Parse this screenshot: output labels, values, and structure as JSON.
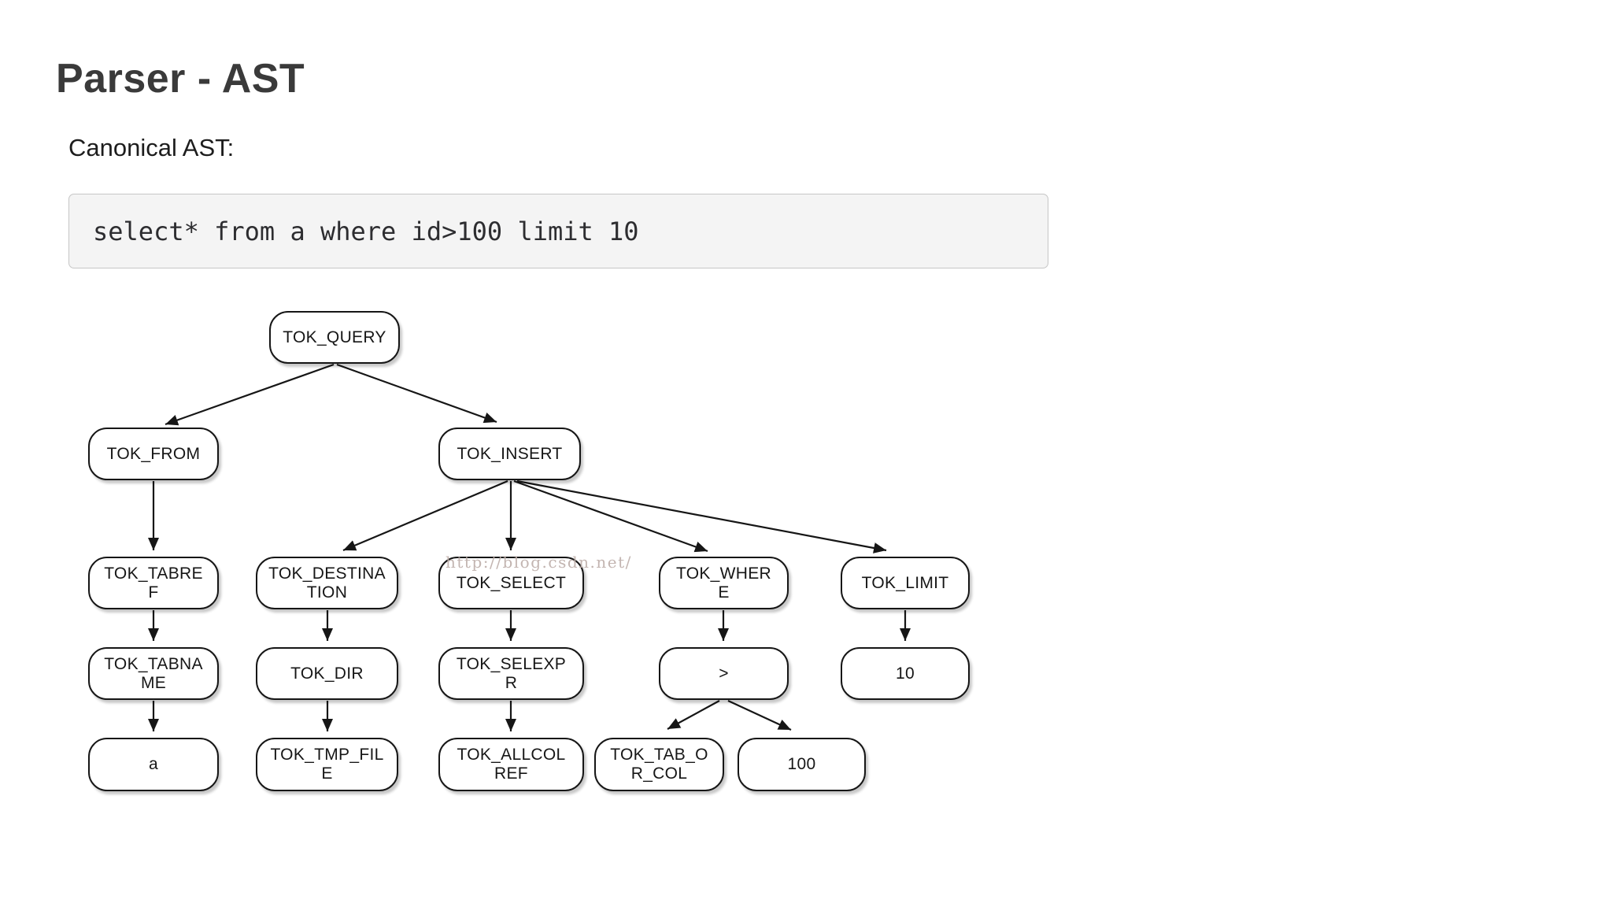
{
  "page": {
    "title": "Parser - AST",
    "subtitle": "Canonical AST:",
    "code": "select* from a where id>100 limit 10",
    "watermark": "http://blog.csdn.net/"
  },
  "colors": {
    "node_border": "#161616",
    "node_fill": "#ffffff",
    "code_background": "#f4f4f4",
    "code_border": "#c6c6c6",
    "watermark_text": "#bdaea9",
    "title_text": "#3a3a3a"
  },
  "tree": {
    "nodes": [
      {
        "id": "tok_query",
        "label": "TOK_QUERY"
      },
      {
        "id": "tok_from",
        "label": "TOK_FROM"
      },
      {
        "id": "tok_insert",
        "label": "TOK_INSERT"
      },
      {
        "id": "tok_tabref",
        "label": "TOK_TABRE\nF"
      },
      {
        "id": "tok_destination",
        "label": "TOK_DESTINA\nTION"
      },
      {
        "id": "tok_select",
        "label": "TOK_SELECT"
      },
      {
        "id": "tok_where",
        "label": "TOK_WHER\nE"
      },
      {
        "id": "tok_limit",
        "label": "TOK_LIMIT"
      },
      {
        "id": "tok_tabname",
        "label": "TOK_TABNA\nME"
      },
      {
        "id": "tok_dir",
        "label": "TOK_DIR"
      },
      {
        "id": "tok_selexpr",
        "label": "TOK_SELEXP\nR"
      },
      {
        "id": "gt_operator",
        "label": ">"
      },
      {
        "id": "limit_value",
        "label": "10"
      },
      {
        "id": "table_a",
        "label": "a"
      },
      {
        "id": "tok_tmp_file",
        "label": "TOK_TMP_FIL\nE"
      },
      {
        "id": "tok_allcolref",
        "label": "TOK_ALLCOL\nREF"
      },
      {
        "id": "tok_tab_or_col",
        "label": "TOK_TAB_O\nR_COL"
      },
      {
        "id": "const_100",
        "label": "100"
      }
    ],
    "edges": [
      {
        "from": "tok_query",
        "to": "tok_from"
      },
      {
        "from": "tok_query",
        "to": "tok_insert"
      },
      {
        "from": "tok_from",
        "to": "tok_tabref"
      },
      {
        "from": "tok_tabref",
        "to": "tok_tabname"
      },
      {
        "from": "tok_tabname",
        "to": "table_a"
      },
      {
        "from": "tok_insert",
        "to": "tok_destination"
      },
      {
        "from": "tok_insert",
        "to": "tok_select"
      },
      {
        "from": "tok_insert",
        "to": "tok_where"
      },
      {
        "from": "tok_insert",
        "to": "tok_limit"
      },
      {
        "from": "tok_destination",
        "to": "tok_dir"
      },
      {
        "from": "tok_dir",
        "to": "tok_tmp_file"
      },
      {
        "from": "tok_select",
        "to": "tok_selexpr"
      },
      {
        "from": "tok_selexpr",
        "to": "tok_allcolref"
      },
      {
        "from": "tok_where",
        "to": "gt_operator"
      },
      {
        "from": "gt_operator",
        "to": "tok_tab_or_col"
      },
      {
        "from": "gt_operator",
        "to": "const_100"
      },
      {
        "from": "tok_limit",
        "to": "limit_value"
      }
    ]
  }
}
